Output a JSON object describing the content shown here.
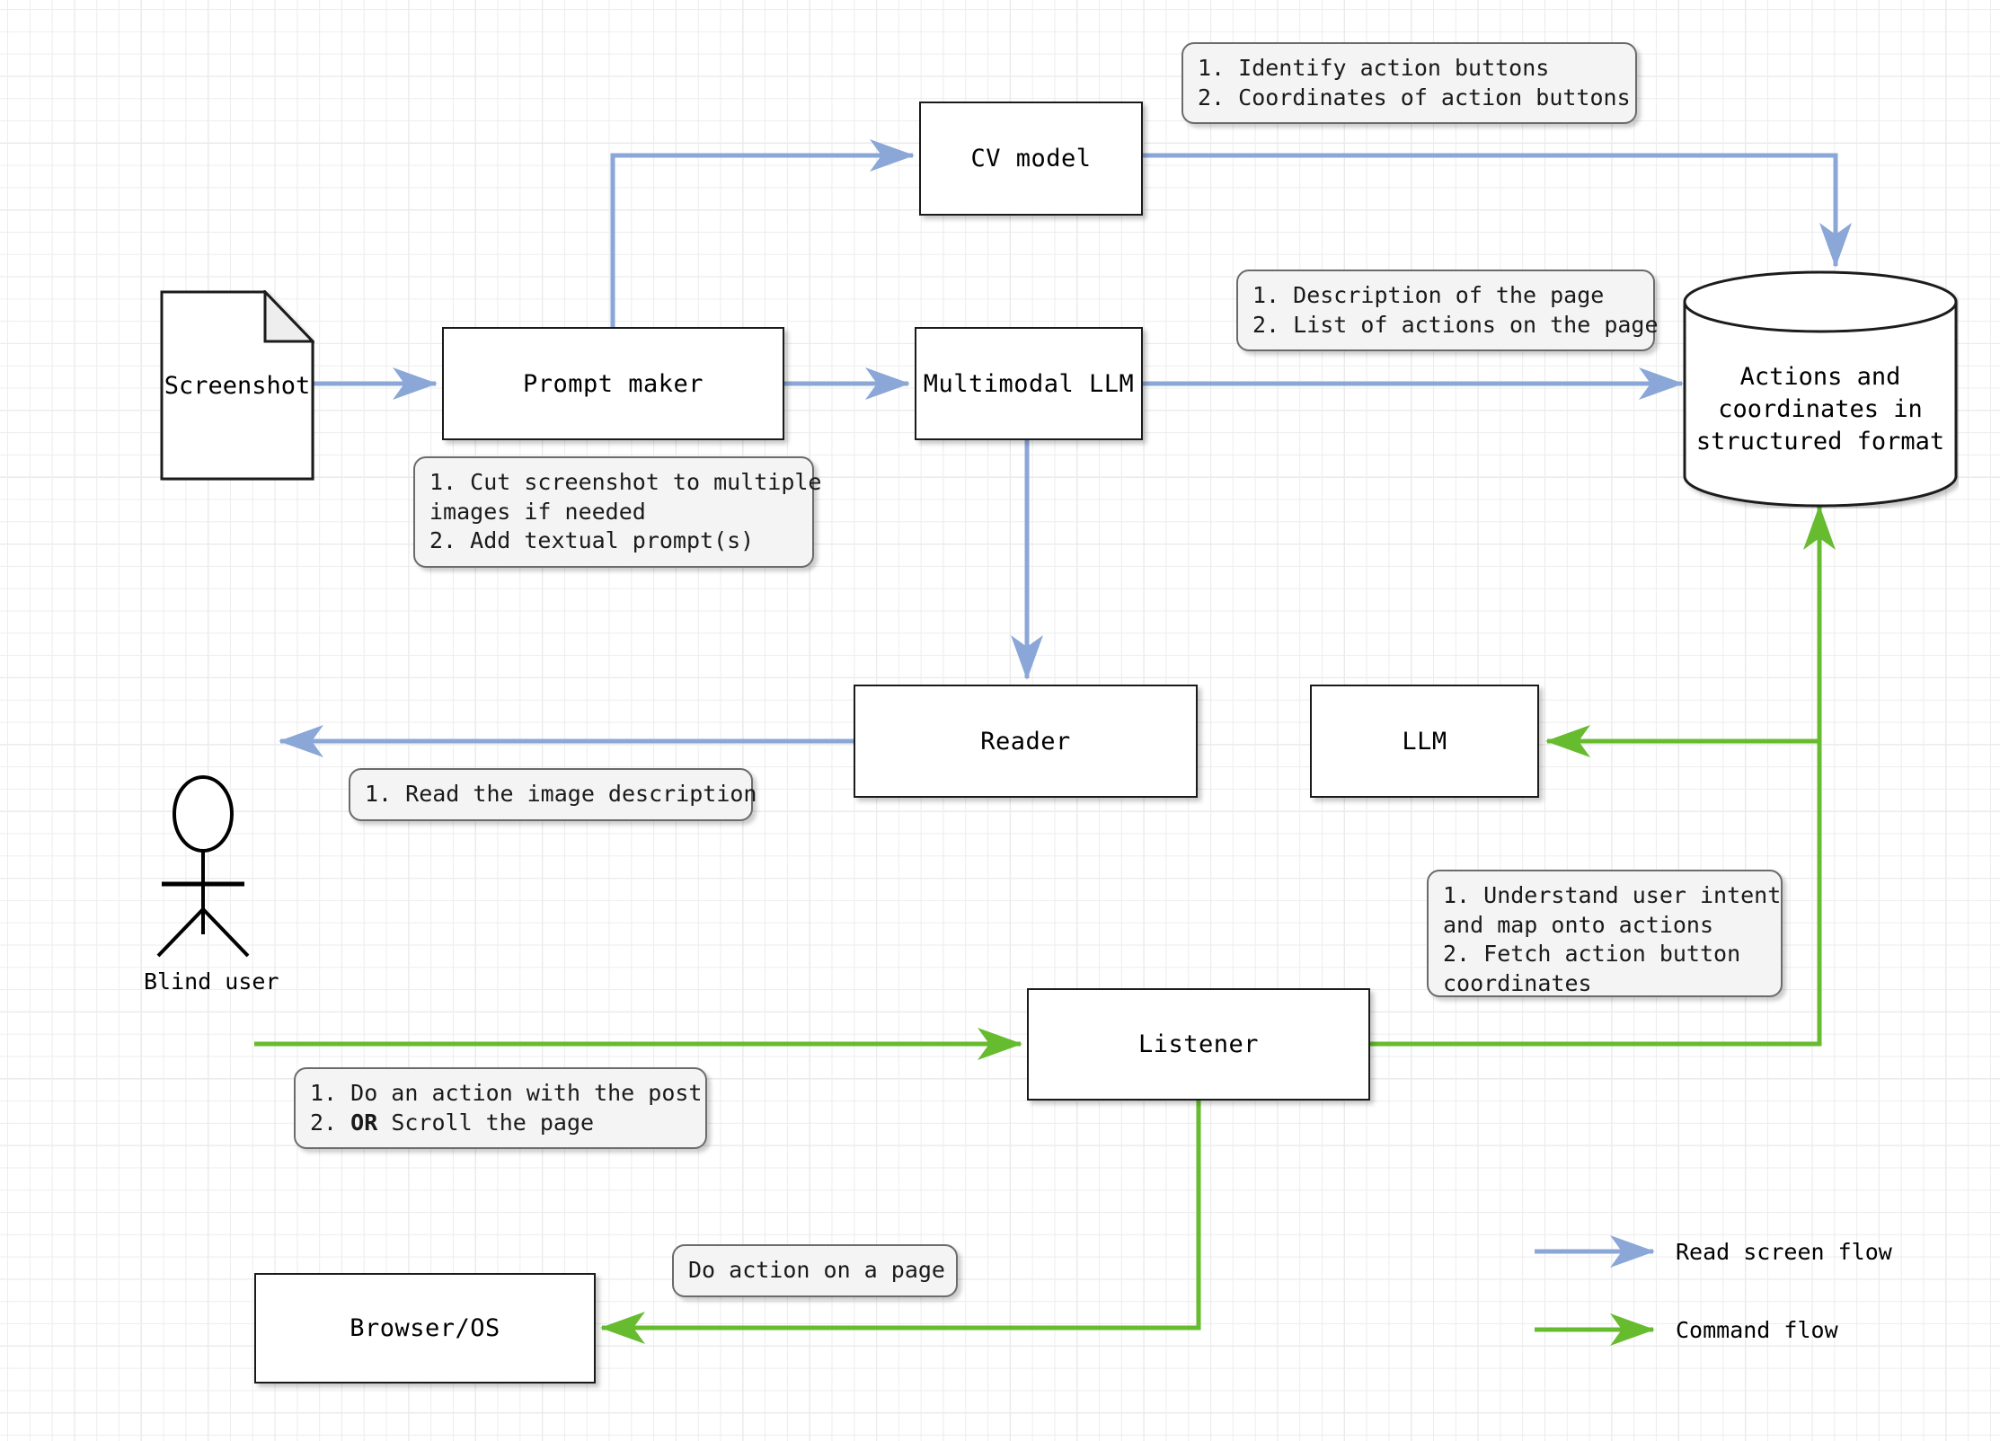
{
  "diagram": {
    "title": "Blind user screen-reading and command architecture",
    "colors": {
      "read_flow": "#8aa7d8",
      "command_flow": "#66bb2e",
      "node_border": "#1a1a1a",
      "callout_fill": "#f4f4f4",
      "callout_border": "#6b6b6b",
      "grid_minor": "#ededed",
      "grid_major": "#c9c9c9"
    }
  },
  "nodes": {
    "screenshot": {
      "label": "Screenshot",
      "shape": "document"
    },
    "prompt_maker": {
      "label": "Prompt maker",
      "shape": "process"
    },
    "cv_model": {
      "label": "CV model",
      "shape": "process"
    },
    "multimodal_llm": {
      "label": "Multimodal LLM",
      "shape": "process"
    },
    "actions_store": {
      "shape": "cylinder",
      "line1": "Actions and",
      "line2": "coordinates in",
      "line3": "structured format"
    },
    "reader": {
      "label": "Reader",
      "shape": "process"
    },
    "llm": {
      "label": "LLM",
      "shape": "process"
    },
    "listener": {
      "label": "Listener",
      "shape": "process"
    },
    "browser_os": {
      "label": "Browser/OS",
      "shape": "process"
    },
    "blind_user": {
      "label": "Blind user",
      "shape": "actor"
    }
  },
  "callouts": {
    "cv_model_output": {
      "line1": "1. Identify action buttons",
      "line2": "2. Coordinates of action buttons"
    },
    "llm_output": {
      "line1": "1. Description of the page",
      "line2": "2. List of actions on the page"
    },
    "prompt_maker_notes": {
      "line1": "1. Cut screenshot to multiple",
      "line2": "images if needed",
      "line3": "2. Add textual prompt(s)"
    },
    "reader_output": {
      "line1": "1. Read the image description"
    },
    "listener_notes": {
      "line1": "1. Understand user intent",
      "line2": "and map onto actions",
      "line3": "2. Fetch action button",
      "line4": "coordinates"
    },
    "user_command": {
      "line1": "1. Do an action with the post",
      "line2_prefix": "2. ",
      "line2_bold": "OR",
      "line2_suffix": " Scroll the page"
    },
    "browser_action": {
      "line1": "Do action on a page"
    }
  },
  "legend": {
    "read_flow_label": "Read screen flow",
    "command_flow_label": "Command flow"
  }
}
